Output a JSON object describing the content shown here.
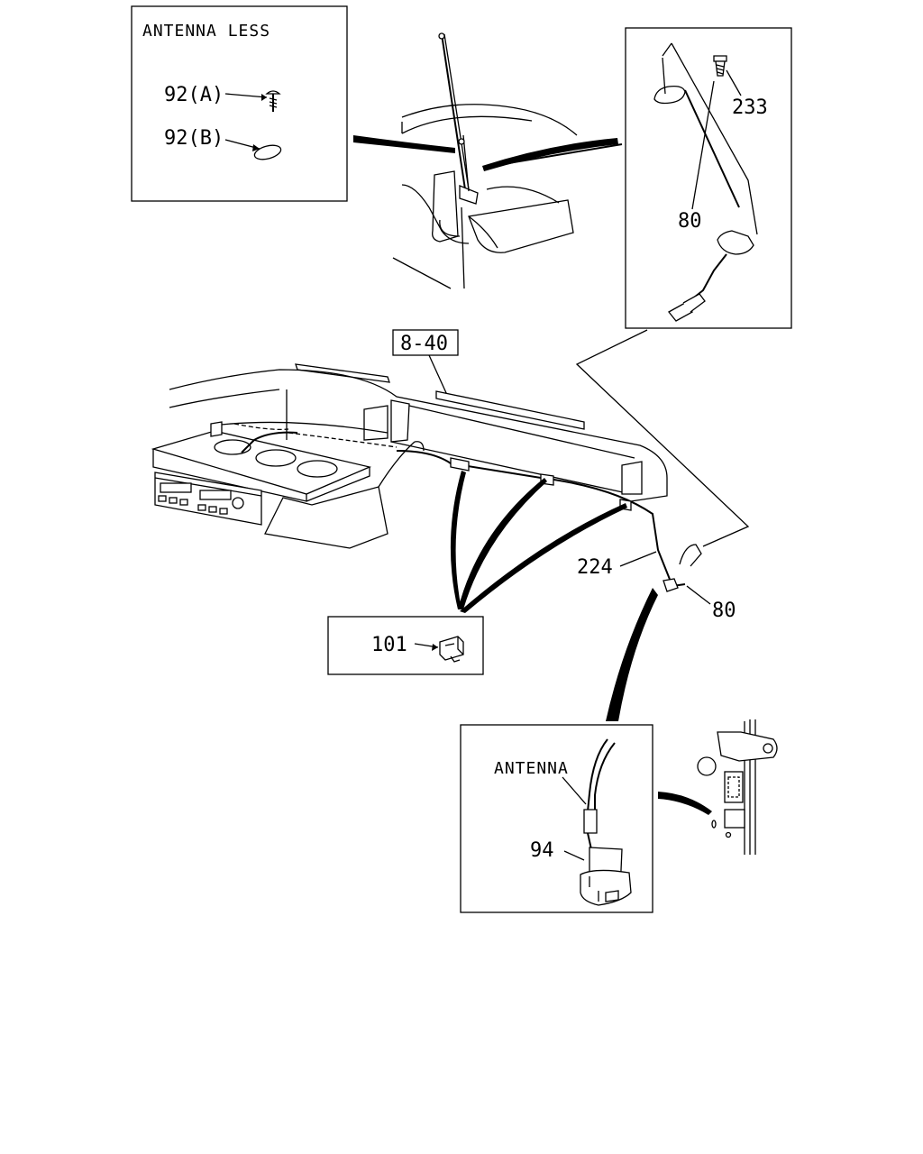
{
  "inset_antenna_less": {
    "title": "ANTENNA LESS",
    "part_a": "92(A)",
    "part_b": "92(B)"
  },
  "inset_mount": {
    "screw": "233",
    "rod": "80"
  },
  "ref_box": "8-40",
  "cable": {
    "label": "224",
    "end_label": "80"
  },
  "clip_box": {
    "part": "101"
  },
  "inset_connector": {
    "antenna_label": "ANTENNA",
    "part": "94"
  }
}
